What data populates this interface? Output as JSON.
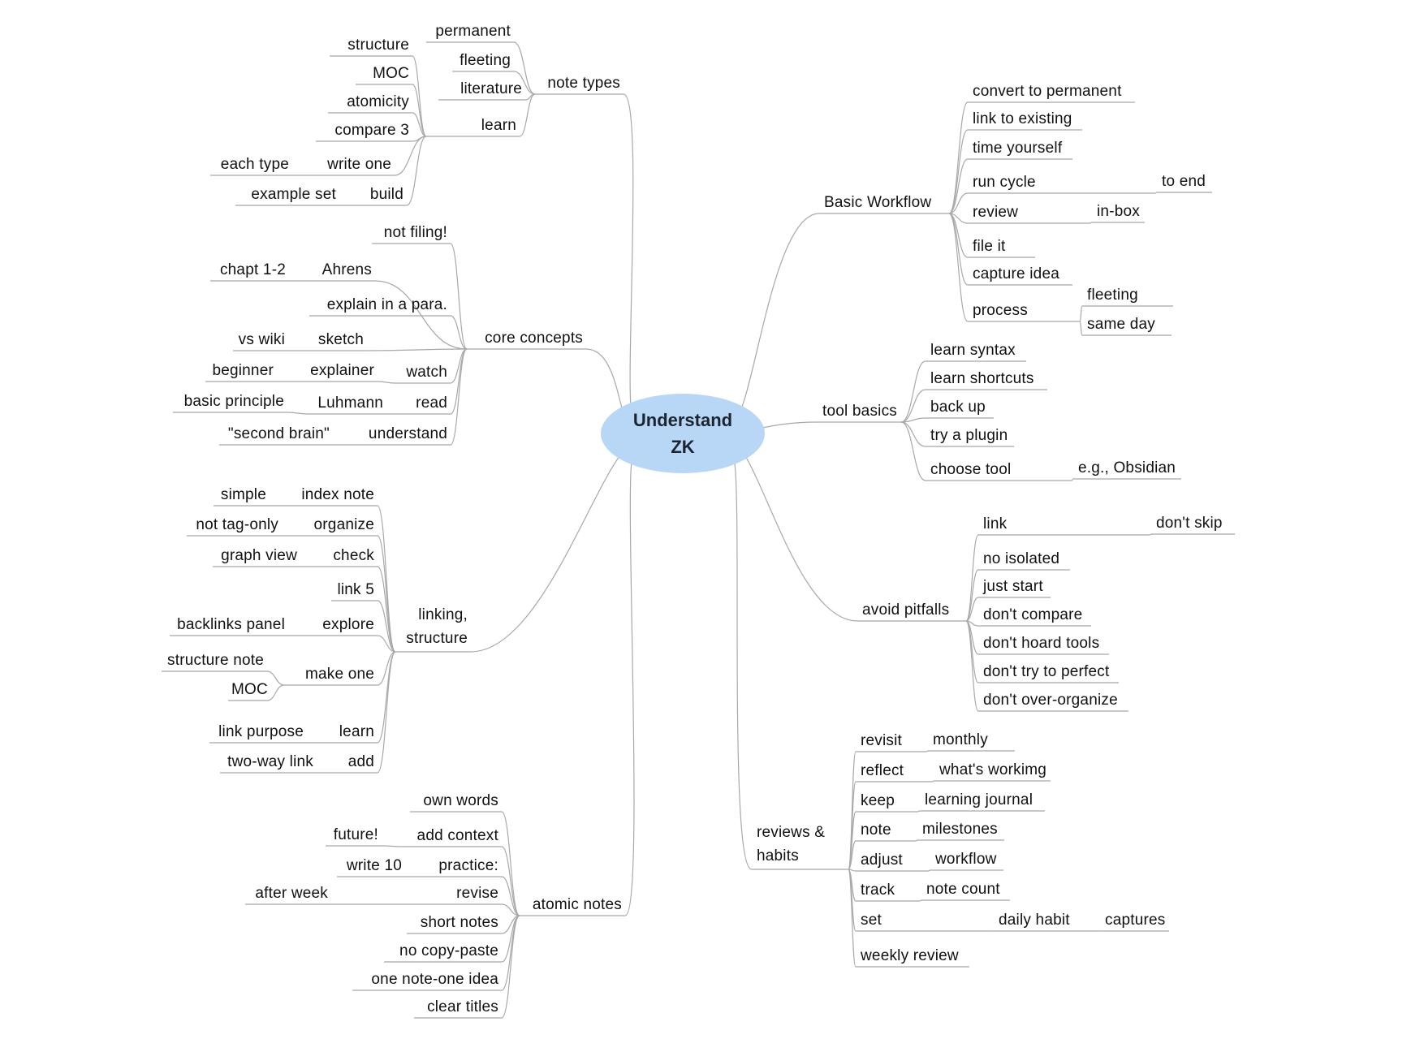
{
  "root": {
    "label": "Understand\nZK",
    "color": "#b8d7f7"
  },
  "line_color": "#a8a8a8",
  "branches": [
    {
      "label": "note types",
      "children": [
        {
          "label": "permanent"
        },
        {
          "label": "fleeting"
        },
        {
          "label": "literature"
        },
        {
          "label": "learn",
          "children": [
            {
              "label": "structure"
            },
            {
              "label": "MOC"
            },
            {
              "label": "atomicity"
            },
            {
              "label": "compare 3"
            },
            {
              "label": "write one",
              "children": [
                {
                  "label": "each type"
                }
              ]
            },
            {
              "label": "build",
              "children": [
                {
                  "label": "example set"
                }
              ]
            }
          ]
        }
      ]
    },
    {
      "label": "core concepts",
      "children": [
        {
          "label": "not filing!"
        },
        {
          "label": "Ahrens",
          "children": [
            {
              "label": "chapt 1-2"
            }
          ]
        },
        {
          "label": "explain in a para."
        },
        {
          "label": "sketch",
          "children": [
            {
              "label": "vs wiki"
            }
          ]
        },
        {
          "label": "watch",
          "children": [
            {
              "label": "explainer",
              "children": [
                {
                  "label": "beginner"
                }
              ]
            }
          ]
        },
        {
          "label": "read",
          "children": [
            {
              "label": "Luhmann",
              "children": [
                {
                  "label": "basic principle"
                }
              ]
            }
          ]
        },
        {
          "label": "understand",
          "children": [
            {
              "label": "\"second brain\""
            }
          ]
        }
      ]
    },
    {
      "label": "linking,\nstructure",
      "children": [
        {
          "label": "index note",
          "children": [
            {
              "label": "simple"
            }
          ]
        },
        {
          "label": "organize",
          "children": [
            {
              "label": "not tag-only"
            }
          ]
        },
        {
          "label": "check",
          "children": [
            {
              "label": "graph view"
            }
          ]
        },
        {
          "label": "link 5"
        },
        {
          "label": "explore",
          "children": [
            {
              "label": "backlinks panel"
            }
          ]
        },
        {
          "label": "make one",
          "children": [
            {
              "label": "structure note"
            },
            {
              "label": "MOC"
            }
          ]
        },
        {
          "label": "learn",
          "children": [
            {
              "label": "link purpose"
            }
          ]
        },
        {
          "label": "add",
          "children": [
            {
              "label": "two-way link"
            }
          ]
        }
      ]
    },
    {
      "label": "atomic notes",
      "children": [
        {
          "label": "own words"
        },
        {
          "label": "add context",
          "children": [
            {
              "label": "future!"
            }
          ]
        },
        {
          "label": "practice:",
          "children": [
            {
              "label": "write 10"
            }
          ]
        },
        {
          "label": "revise",
          "children": [
            {
              "label": "after week"
            }
          ]
        },
        {
          "label": "short notes"
        },
        {
          "label": "no copy-paste"
        },
        {
          "label": "one note-one idea"
        },
        {
          "label": "clear titles"
        }
      ]
    },
    {
      "label": "Basic Workflow",
      "children": [
        {
          "label": "convert to permanent"
        },
        {
          "label": "link to existing"
        },
        {
          "label": "time yourself"
        },
        {
          "label": "run cycle",
          "children": [
            {
              "label": "to end"
            }
          ]
        },
        {
          "label": "review",
          "children": [
            {
              "label": "in-box"
            }
          ]
        },
        {
          "label": "file it"
        },
        {
          "label": "capture idea"
        },
        {
          "label": "process",
          "children": [
            {
              "label": "fleeting"
            },
            {
              "label": "same day"
            }
          ]
        }
      ]
    },
    {
      "label": "tool basics",
      "children": [
        {
          "label": "learn syntax"
        },
        {
          "label": "learn shortcuts"
        },
        {
          "label": "back up"
        },
        {
          "label": "try a plugin"
        },
        {
          "label": "choose tool",
          "children": [
            {
              "label": "e.g., Obsidian"
            }
          ]
        }
      ]
    },
    {
      "label": "avoid pitfalls",
      "children": [
        {
          "label": "link",
          "children": [
            {
              "label": "don't skip"
            }
          ]
        },
        {
          "label": "no isolated"
        },
        {
          "label": "just start"
        },
        {
          "label": "don't compare"
        },
        {
          "label": "don't hoard tools"
        },
        {
          "label": "don't try to perfect"
        },
        {
          "label": "don't over-organize"
        }
      ]
    },
    {
      "label": "reviews &\nhabits",
      "children": [
        {
          "label": "revisit",
          "children": [
            {
              "label": "monthly"
            }
          ]
        },
        {
          "label": "reflect",
          "children": [
            {
              "label": "what's workimg"
            }
          ]
        },
        {
          "label": "keep",
          "children": [
            {
              "label": "learning journal"
            }
          ]
        },
        {
          "label": "note",
          "children": [
            {
              "label": "milestones"
            }
          ]
        },
        {
          "label": "adjust",
          "children": [
            {
              "label": "workflow"
            }
          ]
        },
        {
          "label": "track",
          "children": [
            {
              "label": "note count"
            }
          ]
        },
        {
          "label": "set",
          "children": [
            {
              "label": "daily habit",
              "children": [
                {
                  "label": "captures"
                }
              ]
            }
          ]
        },
        {
          "label": "weekly review"
        }
      ]
    }
  ]
}
